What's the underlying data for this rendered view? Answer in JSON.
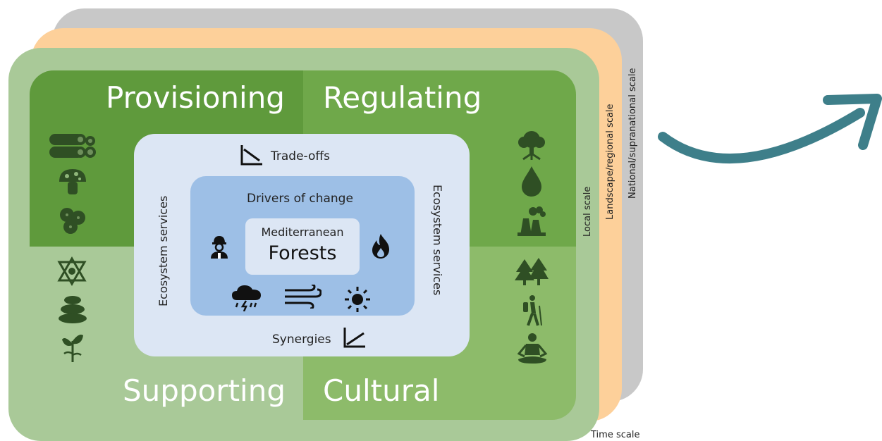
{
  "quadrants": {
    "provisioning": "Provisioning",
    "regulating": "Regulating",
    "supporting": "Supporting",
    "cultural": "Cultural"
  },
  "scales": {
    "local": "Local scale",
    "regional": "Landscape/regional scale",
    "national": "National/supranational scale",
    "time": "Time scale"
  },
  "center": {
    "trade_offs": "Trade-offs",
    "synergies": "Synergies",
    "ecosystem_services_left": "Ecosystem services",
    "ecosystem_services_right": "Ecosystem services",
    "drivers": "Drivers of change",
    "forest_small": "Mediterranean",
    "forest_big": "Forests"
  },
  "colors": {
    "outer_green": "#a9c998",
    "provisioning": "#5f9a3c",
    "regulating": "#6fa84a",
    "cultural": "#8dbb6a",
    "supporting": "#a9c998",
    "icon": "#2f4f24",
    "orange_layer": "#fdd09a",
    "gray_layer": "#c8c8c8",
    "arrow": "#3e7f8a"
  }
}
